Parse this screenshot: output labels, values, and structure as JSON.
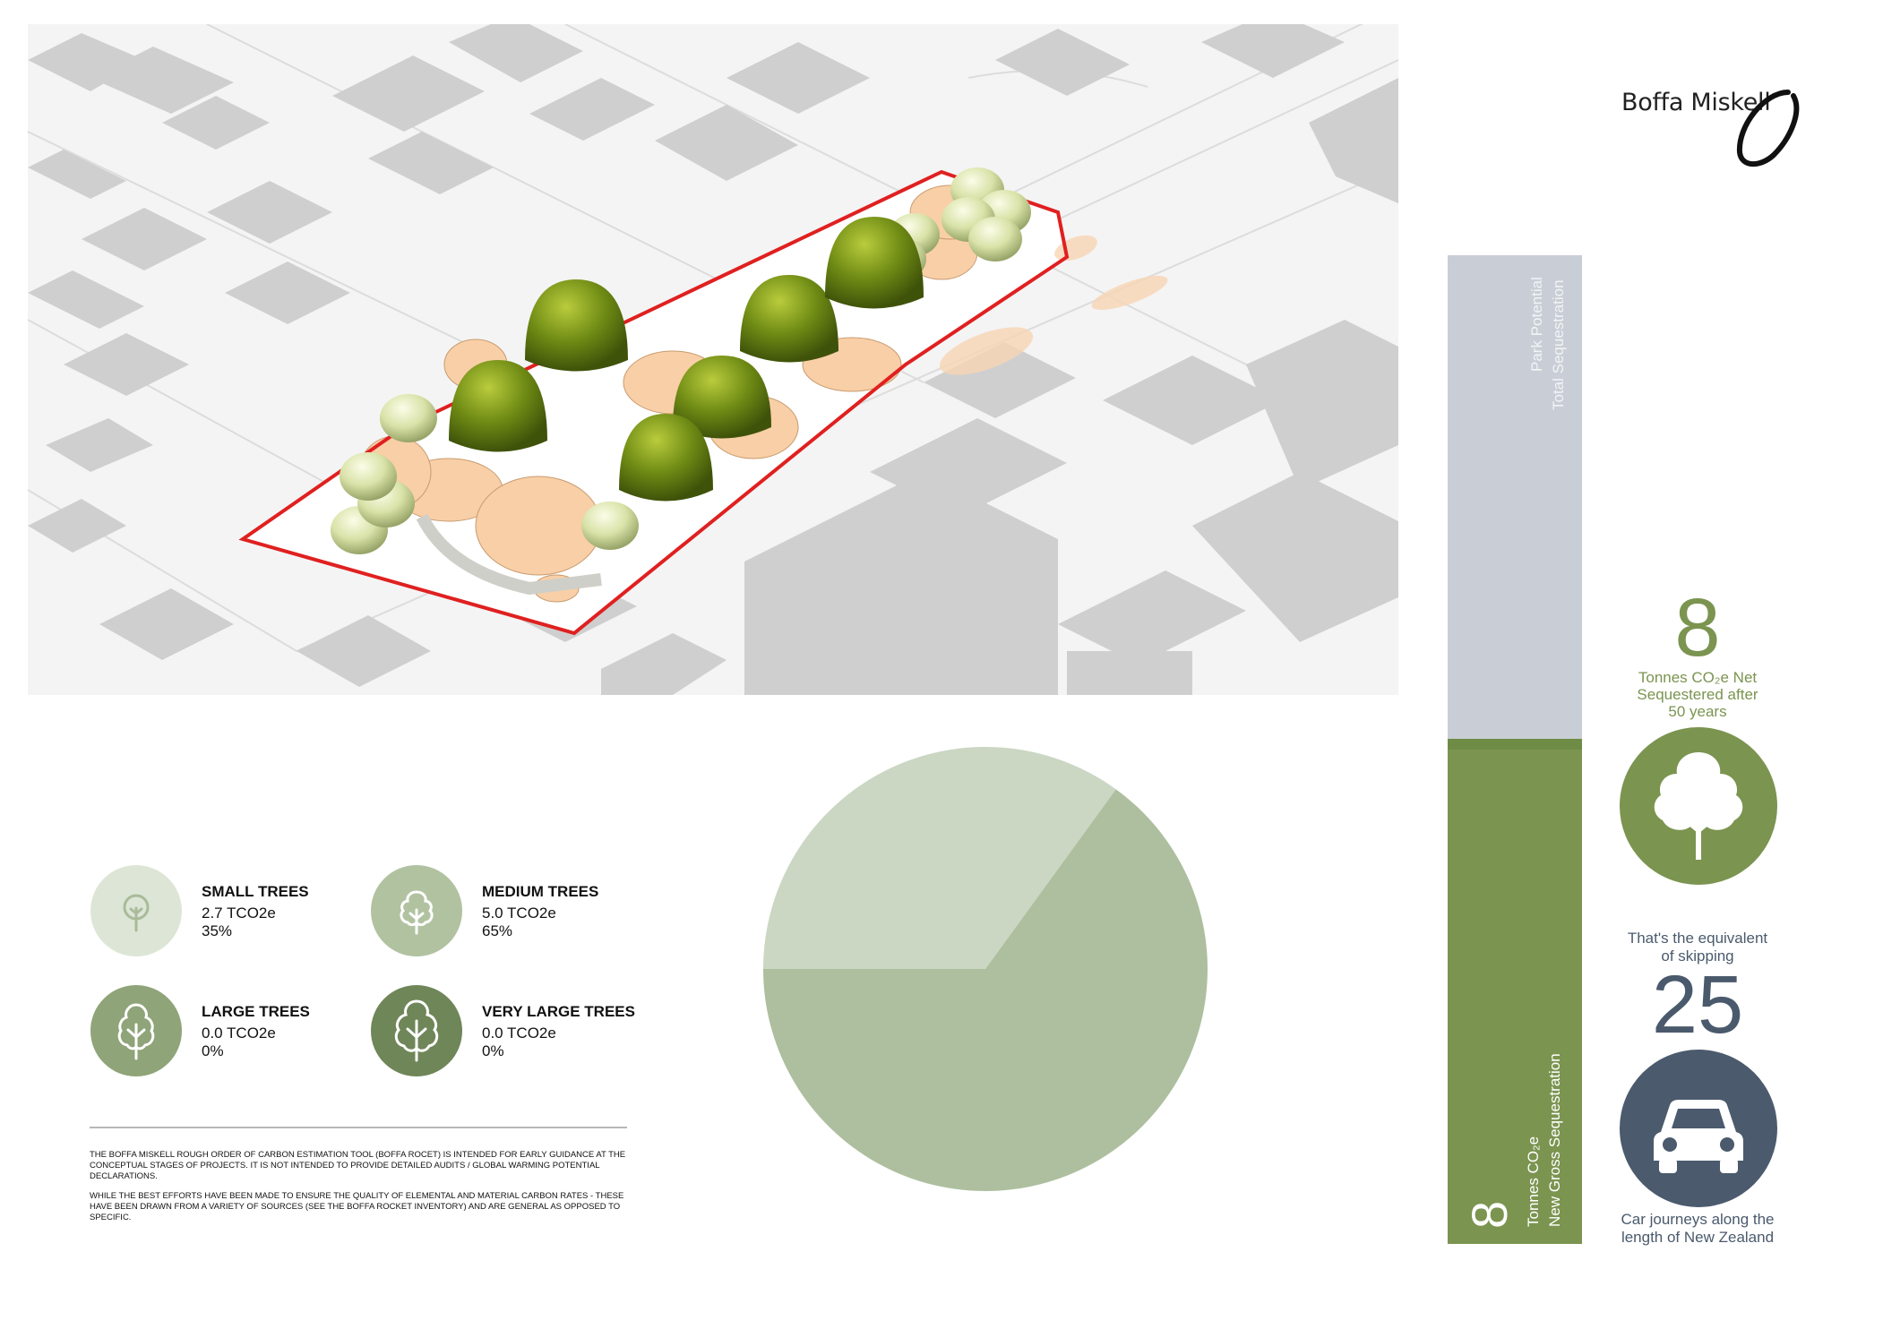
{
  "brand": {
    "name": "Boffa Miskell"
  },
  "bar": {
    "top_label_line1": "Park Potential",
    "top_label_line2": "Total Sequestration",
    "bottom_number": "8",
    "bottom_label_line1": "Tonnes CO₂e",
    "bottom_label_line2": "New Gross Sequestration",
    "colors": {
      "total": "#c9ced6",
      "gross": "#7b9450"
    }
  },
  "net": {
    "number": "8",
    "label_line1": "Tonnes CO₂e Net",
    "label_line2": "Sequestered after",
    "label_line3": "50 years",
    "icon": "tree-icon"
  },
  "equivalent": {
    "label_line1": "That's the equivalent",
    "label_line2": "of skipping",
    "number": "25",
    "icon": "car-icon",
    "caption_line1": "Car journeys along the",
    "caption_line2": "length of New Zealand"
  },
  "legend": [
    {
      "title": "SMALL TREES",
      "value": "2.7 TCO2e",
      "percent": "35%",
      "color": "#dde6d6",
      "icon_color": "#a9bb9a"
    },
    {
      "title": "MEDIUM TREES",
      "value": "5.0 TCO2e",
      "percent": "65%",
      "color": "#b1c2a1",
      "icon_color": "#ffffff"
    },
    {
      "title": "LARGE TREES",
      "value": "0.0 TCO2e",
      "percent": "0%",
      "color": "#8fa478",
      "icon_color": "#ffffff"
    },
    {
      "title": "VERY LARGE TREES",
      "value": "0.0 TCO2e",
      "percent": "0%",
      "color": "#6f8658",
      "icon_color": "#ffffff"
    }
  ],
  "chart_data": {
    "type": "pie",
    "slices": [
      {
        "label": "SMALL TREES",
        "value": 35,
        "color": "#cbd7c3"
      },
      {
        "label": "MEDIUM TREES",
        "value": 65,
        "color": "#adbf9e"
      }
    ]
  },
  "disclaimer": {
    "paragraph1": "The Boffa Miskell rough order of carbon estimation tool (Boffa Rocet) is intended for early guidance at the conceptual stages of projects. It is not intended to provide detailed audits / global warming potential declarations.",
    "paragraph2": "While the best efforts have been made to ensure the quality of elemental and material carbon rates - these have been drawn from a variety of sources (see the Boffa Rocket inventory) and are general as opposed to specific."
  }
}
